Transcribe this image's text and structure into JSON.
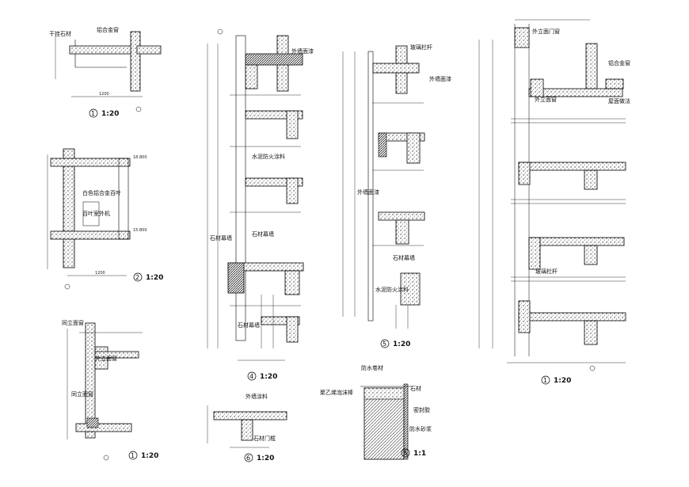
{
  "details": {
    "d1": {
      "number": "1",
      "scale": "1:20",
      "label": "干挂石材"
    },
    "d2": {
      "number": "2",
      "scale": "1:20",
      "label_a": "白色铝合金百叶",
      "label_b": "百叶室外机"
    },
    "d3": {
      "number": "1",
      "scale": "1:20",
      "label_a": "同立面窗",
      "label_b": "外立面窗",
      "label_c": "同立面窗"
    },
    "d4": {
      "number": "4",
      "scale": "1:20",
      "label_a": "外墙面漆",
      "label_b": "水泥防火涂料",
      "label_c": "石材幕墙",
      "label_d": "石材幕墙",
      "label_e": "石材幕墙"
    },
    "d5": {
      "number": "5",
      "scale": "1:20",
      "label_a": "玻璃栏杆",
      "label_b": "外墙面漆",
      "label_c": "外墙面漆",
      "label_d": "石材幕墙",
      "label_e": "水泥防火涂料"
    },
    "d6": {
      "number": "6",
      "scale": "1:20",
      "label_a": "外墙涂料",
      "label_b": "石材门框"
    },
    "dA": {
      "number": "A",
      "scale": "1:1",
      "label_a": "防水卷材",
      "label_b": "石材",
      "label_c": "密封胶",
      "label_d": "聚乙烯泡沫棒",
      "label_e": "防水砂浆"
    },
    "d7": {
      "number": "1",
      "scale": "1:20",
      "label_a": "外立面门窗",
      "label_b": "铝合金窗",
      "label_c": "外立面窗",
      "label_d": "屋面做法",
      "label_e": "玻璃栏杆"
    }
  }
}
